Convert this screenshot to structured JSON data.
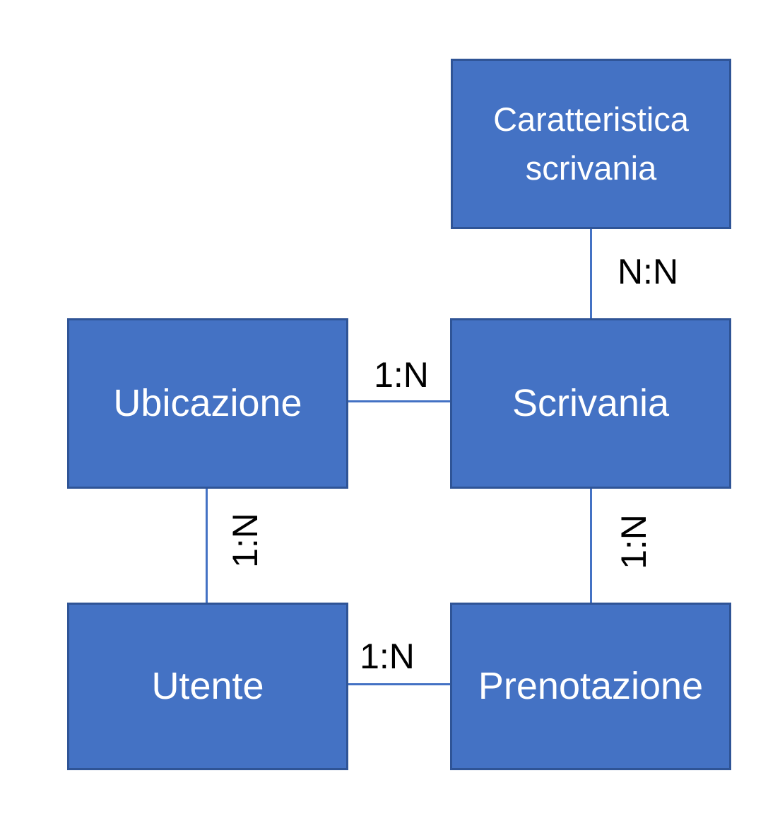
{
  "diagram": {
    "type": "entity-relationship",
    "language": "Italian",
    "colors": {
      "entity_fill": "#4472C4",
      "entity_border": "#2F5496",
      "connector": "#4472C4",
      "entity_text": "#FFFFFF",
      "relation_text": "#000000",
      "background": "#FFFFFF"
    },
    "entities": [
      {
        "id": "caratteristica-scrivania",
        "label": "Caratteristica scrivania"
      },
      {
        "id": "ubicazione",
        "label": "Ubicazione"
      },
      {
        "id": "scrivania",
        "label": "Scrivania"
      },
      {
        "id": "utente",
        "label": "Utente"
      },
      {
        "id": "prenotazione",
        "label": "Prenotazione"
      }
    ],
    "relations": [
      {
        "from": "caratteristica-scrivania",
        "to": "scrivania",
        "label": "N:N",
        "orientation": "vertical"
      },
      {
        "from": "ubicazione",
        "to": "scrivania",
        "label": "1:N",
        "orientation": "horizontal"
      },
      {
        "from": "ubicazione",
        "to": "utente",
        "label": "1:N",
        "orientation": "vertical"
      },
      {
        "from": "scrivania",
        "to": "prenotazione",
        "label": "1:N",
        "orientation": "vertical"
      },
      {
        "from": "utente",
        "to": "prenotazione",
        "label": "1:N",
        "orientation": "horizontal"
      }
    ]
  }
}
